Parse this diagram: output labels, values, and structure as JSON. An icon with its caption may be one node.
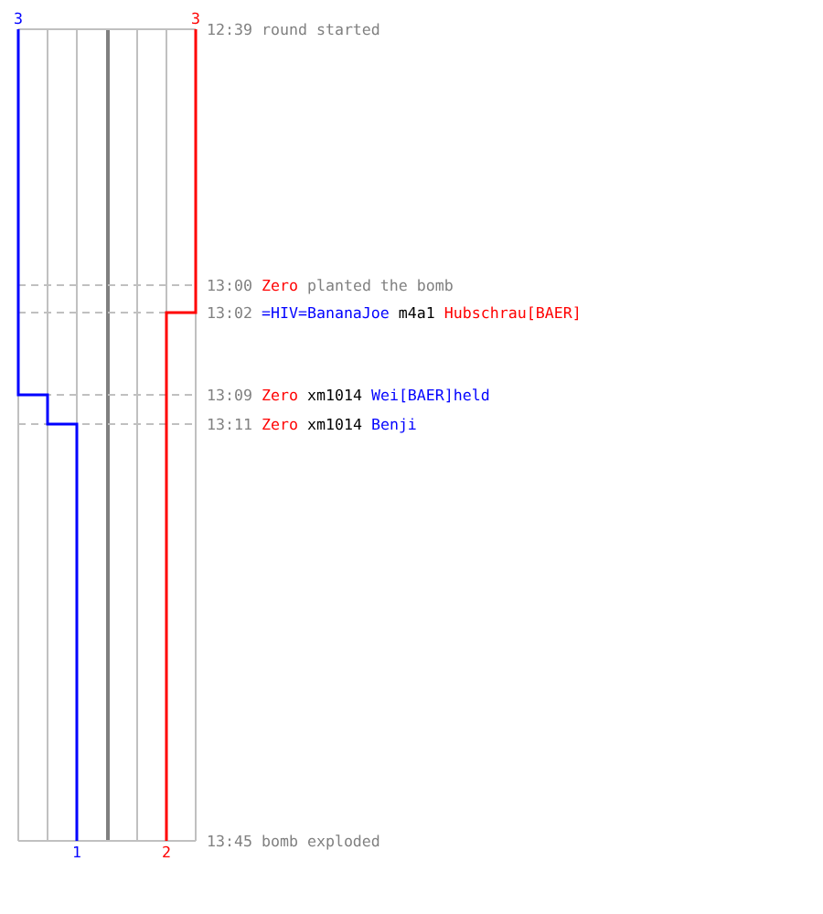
{
  "diagram": {
    "labels": [
      "3",
      "3",
      "12:39",
      "round started",
      "13:00",
      "Zero",
      "planted the bomb",
      "13:02",
      "=HIV=BananaJoe",
      "m4a1",
      "Hubschrau[BAER]",
      "13:09",
      "Zero",
      "xm1014",
      "Wei[BAER]held",
      "13:11",
      "Zero",
      "xm1014",
      "Benji",
      "1",
      "2",
      "13:45",
      "bomb exploded"
    ]
  }
}
